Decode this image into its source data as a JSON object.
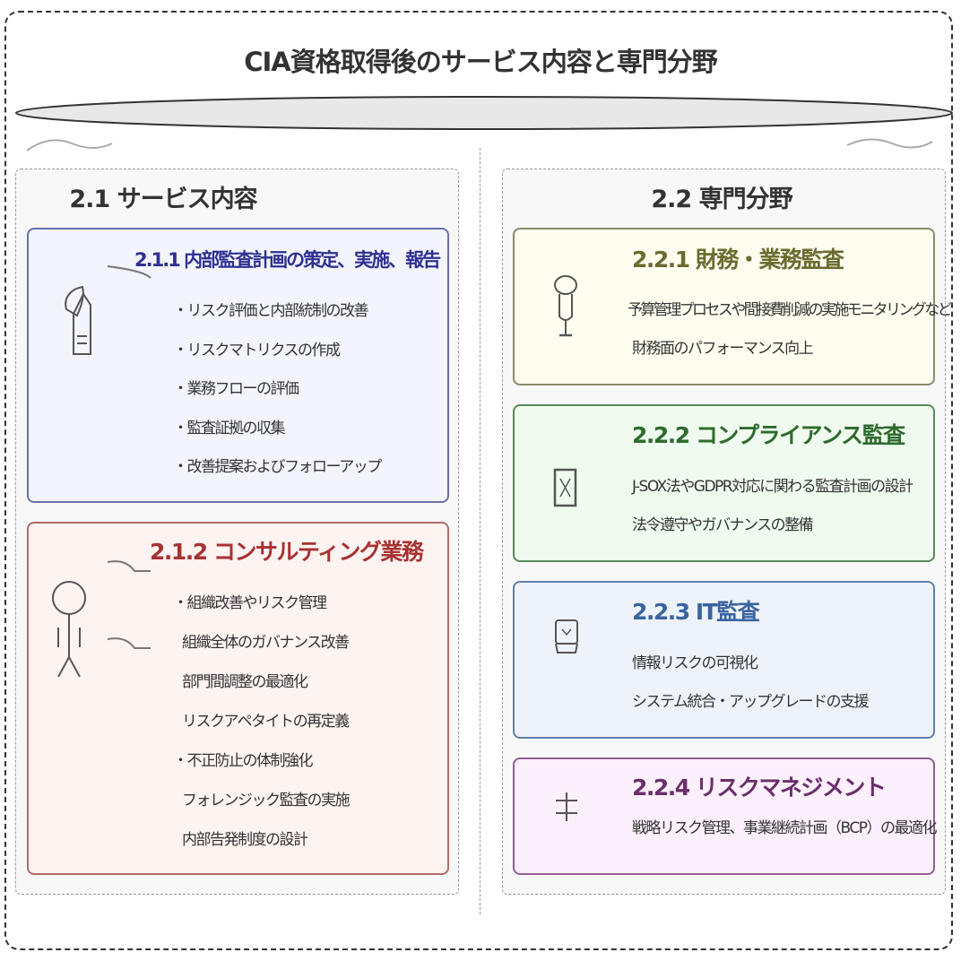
{
  "title": "CIA資格取得後のサービス内容と専門分野",
  "left": {
    "heading": "2.1 サービス内容",
    "cards": [
      {
        "title": "2.1.1 内部監査計画の策定、実施、報告",
        "icon": "document-icon",
        "items": [
          "・リスク評価と内部統制の改善",
          "・リスクマトリクスの作成",
          "・業務フローの評価",
          "・監査証拠の収集",
          "・改善提案およびフォローアップ"
        ]
      },
      {
        "title": "2.1.2 コンサルティング業務",
        "icon": "person-icon",
        "items": [
          "・組織改善やリスク管理",
          "組織全体のガバナンス改善",
          "部門間調整の最適化",
          "リスクアペタイトの再定義",
          "・不正防止の体制強化",
          "フォレンジック監査の実施",
          "内部告発制度の設計"
        ]
      }
    ]
  },
  "right": {
    "heading": "2.2 専門分野",
    "cards": [
      {
        "title": "2.2.1 財務・業務監査",
        "icon": "lamp-icon",
        "items": [
          "予算管理プロセスや間接費削減の実施モニタリングなど",
          "財務面のパフォーマンス向上"
        ]
      },
      {
        "title": "2.2.2 コンプライアンス監査",
        "icon": "x-box-icon",
        "items": [
          "J-SOX法やGDPR対応に関わる監査計画の設計",
          "法令遵守やガバナンスの整備"
        ]
      },
      {
        "title": "2.2.3 IT監査",
        "icon": "monitor-icon",
        "items": [
          "情報リスクの可視化",
          "システム統合・アップグレードの支援"
        ]
      },
      {
        "title": "2.2.4 リスクマネジメント",
        "icon": "scale-icon",
        "items": [
          "戦略リスク管理、事業継続計画（BCP）の最適化"
        ]
      }
    ]
  },
  "colors": {
    "c211": "#2e3092",
    "c212": "#a83232",
    "c221": "#6b6b30",
    "c222": "#2e6b2e",
    "c223": "#3a64a0",
    "c224": "#6b2e6b"
  }
}
